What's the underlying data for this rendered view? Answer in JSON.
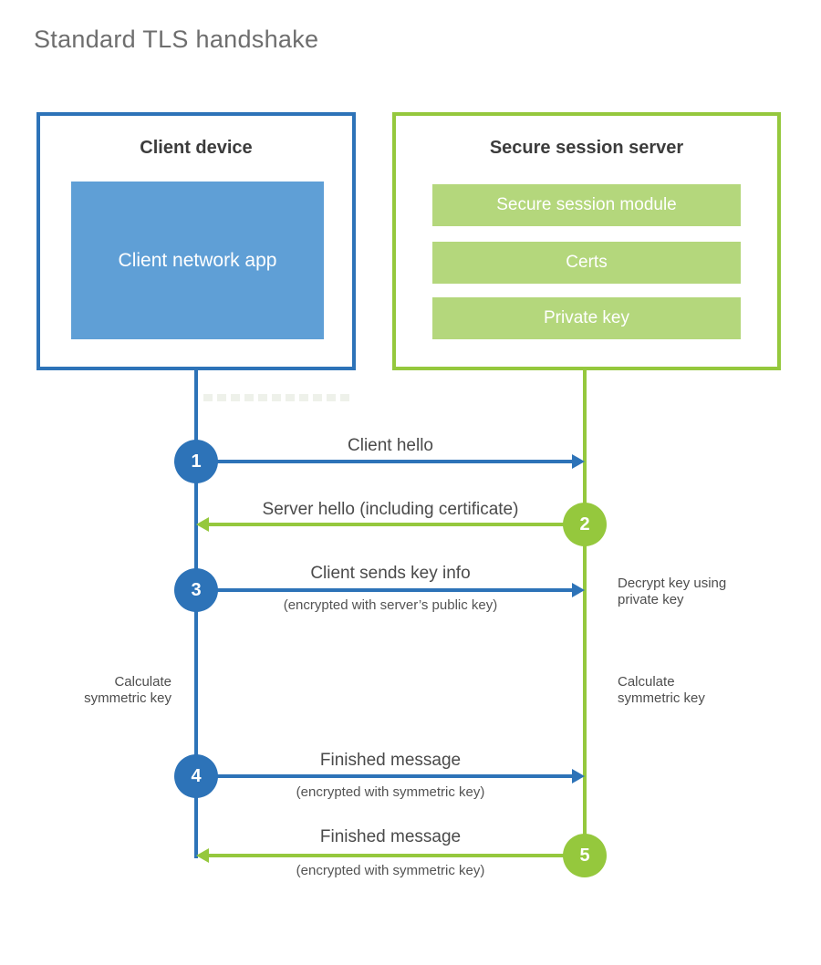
{
  "title": "Standard TLS handshake",
  "colors": {
    "client_blue": "#2d73b8",
    "client_fill_blue": "#5f9fd6",
    "server_green": "#95c83d",
    "server_fill_green": "#b4d77c"
  },
  "client": {
    "title": "Client device",
    "app_label": "Client network app"
  },
  "server": {
    "title": "Secure session server",
    "modules": [
      "Secure session module",
      "Certs",
      "Private key"
    ]
  },
  "steps": [
    {
      "num": "1",
      "actor": "client",
      "direction": "right",
      "label": "Client hello",
      "sublabel": ""
    },
    {
      "num": "2",
      "actor": "server",
      "direction": "left",
      "label": "Server hello (including certificate)",
      "sublabel": ""
    },
    {
      "num": "3",
      "actor": "client",
      "direction": "right",
      "label": "Client sends key info",
      "sublabel": "(encrypted with server’s public key)"
    },
    {
      "num": "4",
      "actor": "client",
      "direction": "right",
      "label": "Finished message",
      "sublabel": "(encrypted with symmetric key)"
    },
    {
      "num": "5",
      "actor": "server",
      "direction": "left",
      "label": "Finished message",
      "sublabel": "(encrypted with symmetric key)"
    }
  ],
  "notes": {
    "decrypt": "Decrypt key using private key",
    "calculate_left": "Calculate symmetric key",
    "calculate_right": "Calculate symmetric key"
  }
}
